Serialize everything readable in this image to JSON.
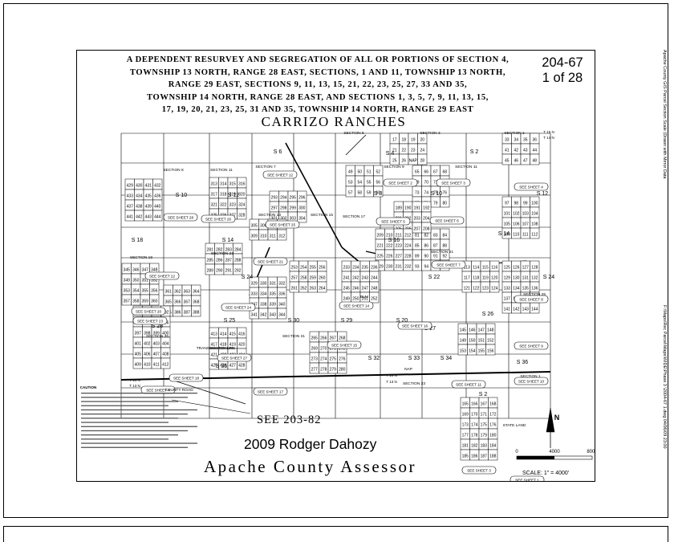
{
  "title": {
    "lines": [
      "A DEPENDENT RESURVEY AND SEGREGATION OF ALL OR PORTIONS OF SECTION 4,",
      "TOWNSHIP 13 NORTH, RANGE 28 EAST, SECTIONS, 1 AND 11, TOWNSHIP 13 NORTH,",
      "RANGE 29 EAST, SECTIONS 9, 11, 13, 15, 21, 22, 23, 25, 27, 33 AND 35,",
      "TOWNSHIP 14 NORTH, RANGE 28 EAST, AND SECTIONS 1, 3, 5, 7, 9, 11, 13, 15,",
      "17, 19, 20, 21, 23, 25, 31 AND 35, TOWNSHIP 14 NORTH, RANGE 29 EAST"
    ],
    "subdivision": "CARRIZO RANCHES"
  },
  "map_number": {
    "book_map": "204-67",
    "page": "1 of 28"
  },
  "see_reference": "SEE 203-82",
  "copyright": "2009 Rodger Dahozy",
  "assessor": "Apache County Assessor",
  "scale": {
    "label": "SCALE: 1\" = 4000'",
    "ticks": [
      "0",
      "4000",
      "8000"
    ]
  },
  "side_text": {
    "top": "Apache County GIS Parcel Section Scale (Drawn with Mirror Data",
    "bottom": "F:\\Maps\\Rec Parcel\\Maps\\WIDE\\Phase 3 \\2004-67 1.dwg 04/06/09 23:00"
  },
  "township_labels": [
    "T 15 N",
    "T 14 N",
    "T 14 N",
    "T 13 N",
    "T 14 N",
    "T 13 N"
  ],
  "map": {
    "sections": [
      "S 6",
      "S 4",
      "S 2",
      "S 10",
      "S 12",
      "S 8",
      "S 10",
      "S 12",
      "S 18",
      "S 14",
      "S 16",
      "S 14",
      "S 24",
      "S 22",
      "S 24",
      "S 28",
      "S 25",
      "S 30",
      "S 29",
      "S 20",
      "S 27",
      "S 26",
      "S 36",
      "S 32",
      "S 33",
      "S 34",
      "S 36",
      "S 2"
    ],
    "section_headers": [
      "SECTION 5",
      "SECTION 3",
      "SECTION 1",
      "SECTION 7",
      "SECTION 9",
      "SECTION 11",
      "SECTION 8",
      "SECTION 11",
      "SECTION 13",
      "SECTION 15",
      "SECTION 17",
      "SECTION 19",
      "SECTION 21",
      "SECTION 23",
      "SECTION 25",
      "SECTION 27",
      "SECTION 31",
      "SECTION 35",
      "SECTION 1",
      "SECTION 33"
    ],
    "sheet_refs": [
      "SEE SHEET 12",
      "SEE SHEET 2",
      "SEE SHEET 3",
      "SEE SHEET 4",
      "SEE SHEET 28",
      "SEE SHEET 26",
      "SEE SHEET 5",
      "SEE SHEET 6",
      "SEE SHEET 7",
      "SEE SHEET 8",
      "SEE SHEET 9",
      "SEE SHEET 10",
      "SEE SHEET 11",
      "SEE SHEET 14",
      "SEE SHEET 15",
      "SEE SHEET 16",
      "SEE SHEET 17",
      "SEE SHEET 18",
      "SEE SHEET 20",
      "SEE SHEET 21",
      "SEE SHEET 22",
      "SEE SHEET 23",
      "SEE SHEET 24",
      "SEE SHEET 25",
      "SEE SHEET 27",
      "SEE SHEET 1",
      "SEE SHEET 3",
      "SEE SHEET 4"
    ],
    "place_labels": [
      "STATE LAND",
      "COUNTY ROAD",
      "TRANSMISSION LINE",
      "BLM",
      "NAP"
    ],
    "parcel_blocks": [
      [
        "17",
        "18",
        "19",
        "20"
      ],
      [
        "21",
        "22",
        "23",
        "24"
      ],
      [
        "25",
        "26",
        "NAP",
        "28"
      ],
      [
        "33",
        "34",
        "35",
        "36"
      ],
      [
        "41",
        "42",
        "43",
        "44"
      ],
      [
        "45",
        "46",
        "47",
        "48"
      ],
      [
        "49",
        "50",
        "51",
        "52"
      ],
      [
        "53",
        "54",
        "55",
        "56"
      ],
      [
        "57",
        "58",
        "59",
        "60"
      ],
      [
        "65",
        "66",
        "67",
        "68"
      ],
      [
        "69",
        "70",
        "71",
        "72"
      ],
      [
        "73",
        "74",
        "75",
        "76"
      ],
      [
        "77",
        "78",
        "79",
        "80"
      ],
      [
        "81",
        "82",
        "83",
        "84"
      ],
      [
        "85",
        "86",
        "87",
        "88"
      ],
      [
        "89",
        "90",
        "91",
        "92"
      ],
      [
        "93",
        "94",
        "95",
        "96"
      ],
      [
        "97",
        "98",
        "99",
        "100"
      ],
      [
        "101",
        "102",
        "103",
        "104"
      ],
      [
        "105",
        "106",
        "107",
        "108"
      ],
      [
        "109",
        "110",
        "111",
        "112"
      ],
      [
        "113",
        "114",
        "115",
        "116"
      ],
      [
        "117",
        "118",
        "119",
        "120"
      ],
      [
        "121",
        "122",
        "123",
        "124"
      ],
      [
        "125",
        "126",
        "127",
        "128"
      ],
      [
        "129",
        "130",
        "131",
        "132"
      ],
      [
        "133",
        "134",
        "135",
        "136"
      ],
      [
        "137",
        "138",
        "139",
        "140"
      ],
      [
        "141",
        "142",
        "143",
        "144"
      ],
      [
        "145",
        "146",
        "147",
        "148"
      ],
      [
        "149",
        "150",
        "151",
        "152"
      ],
      [
        "153",
        "154",
        "155",
        "156"
      ],
      [
        "165",
        "166",
        "167",
        "168"
      ],
      [
        "169",
        "170",
        "171",
        "172"
      ],
      [
        "173",
        "174",
        "175",
        "176"
      ],
      [
        "177",
        "178",
        "179",
        "180"
      ],
      [
        "181",
        "182",
        "183",
        "184"
      ],
      [
        "185",
        "186",
        "187",
        "188"
      ],
      [
        "189",
        "190",
        "191",
        "192"
      ],
      [
        "201",
        "202",
        "203",
        "204"
      ],
      [
        "205",
        "206",
        "207",
        "208"
      ],
      [
        "209",
        "210",
        "211",
        "212"
      ],
      [
        "221",
        "222",
        "223",
        "224"
      ],
      [
        "225",
        "226",
        "227",
        "228"
      ],
      [
        "229",
        "230",
        "231",
        "232"
      ],
      [
        "233",
        "234",
        "235",
        "236"
      ],
      [
        "241",
        "242",
        "243",
        "244"
      ],
      [
        "245",
        "246",
        "247",
        "248"
      ],
      [
        "249",
        "250",
        "251",
        "252"
      ],
      [
        "253",
        "254",
        "255",
        "256"
      ],
      [
        "257",
        "258",
        "259",
        "260"
      ],
      [
        "261",
        "262",
        "263",
        "264"
      ],
      [
        "265",
        "266",
        "267",
        "268"
      ],
      [
        "269",
        "270",
        "271",
        "272"
      ],
      [
        "273",
        "274",
        "275",
        "276"
      ],
      [
        "277",
        "278",
        "279",
        "280"
      ],
      [
        "281",
        "282",
        "283",
        "284"
      ],
      [
        "285",
        "286",
        "287",
        "288"
      ],
      [
        "289",
        "290",
        "291",
        "292"
      ],
      [
        "293",
        "294",
        "295",
        "296"
      ],
      [
        "297",
        "298",
        "299",
        "300"
      ],
      [
        "301",
        "302",
        "303",
        "304"
      ],
      [
        "305",
        "306",
        "307",
        "308"
      ],
      [
        "309",
        "310",
        "311",
        "312"
      ],
      [
        "313",
        "314",
        "315",
        "316"
      ],
      [
        "317",
        "318",
        "319",
        "320"
      ],
      [
        "321",
        "322",
        "323",
        "324"
      ],
      [
        "325",
        "326",
        "327",
        "328"
      ],
      [
        "329",
        "330",
        "331",
        "332"
      ],
      [
        "333",
        "334",
        "335",
        "336"
      ],
      [
        "337",
        "338",
        "339",
        "340"
      ],
      [
        "341",
        "342",
        "343",
        "344"
      ],
      [
        "345",
        "346",
        "347",
        "348"
      ],
      [
        "349",
        "350",
        "351",
        "352"
      ],
      [
        "353",
        "354",
        "355",
        "356"
      ],
      [
        "357",
        "358",
        "359",
        "360"
      ],
      [
        "361",
        "362",
        "363",
        "364"
      ],
      [
        "365",
        "366",
        "367",
        "368"
      ],
      [
        "385",
        "386",
        "387",
        "388"
      ],
      [
        "389",
        "390",
        "391",
        "392"
      ],
      [
        "393",
        "394",
        "395",
        "396"
      ],
      [
        "397",
        "398",
        "399",
        "400"
      ],
      [
        "401",
        "402",
        "403",
        "404"
      ],
      [
        "405",
        "406",
        "407",
        "408"
      ],
      [
        "409",
        "410",
        "411",
        "412"
      ],
      [
        "413",
        "414",
        "415",
        "416"
      ],
      [
        "417",
        "418",
        "419",
        "420"
      ],
      [
        "421",
        "422",
        "423",
        "424"
      ],
      [
        "425",
        "426",
        "427",
        "428"
      ],
      [
        "429",
        "430",
        "431",
        "432"
      ],
      [
        "433",
        "434",
        "435",
        "436"
      ],
      [
        "437",
        "438",
        "439",
        "440"
      ],
      [
        "441",
        "442",
        "443",
        "444"
      ]
    ]
  },
  "notes_title": "CAUTION"
}
